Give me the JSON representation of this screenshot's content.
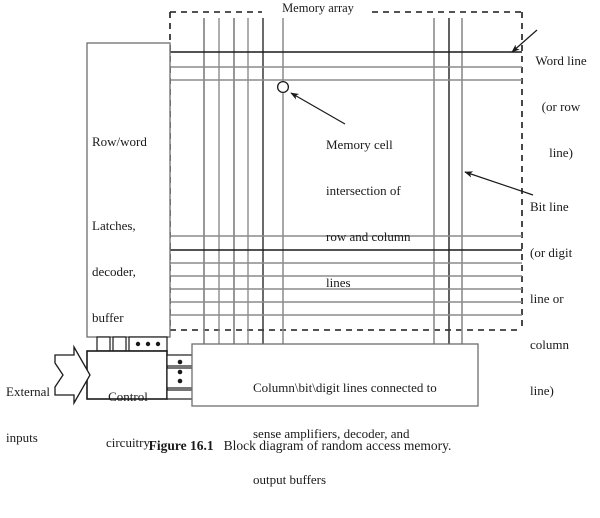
{
  "figure": {
    "caption_label": "Figure 16.1",
    "caption_text": "Block diagram of random access memory."
  },
  "diagram": {
    "title": "Block diagram of random access memory",
    "memory_array_label": "Memory array",
    "row_word_block": {
      "line1": "Row/word",
      "line2": "Latches,",
      "line3": "decoder,",
      "line4": "buffer"
    },
    "control_block": {
      "line1": "Control",
      "line2": "circuitry"
    },
    "column_block": {
      "line1": "Column\\bit\\digit lines connected to",
      "line2": "sense amplifiers, decoder, and",
      "line3": "output buffers"
    },
    "external_inputs": {
      "line1": "External",
      "line2": "inputs"
    },
    "annotations": {
      "word_line": {
        "line1": "Word line",
        "line2": "(or row",
        "line3": "line)"
      },
      "bit_line": {
        "line1": "Bit line",
        "line2": "(or digit",
        "line3": "line or",
        "line4": "column",
        "line5": "line)"
      },
      "memory_cell": {
        "line1": "Memory cell",
        "line2": "intersection of",
        "line3": "row and column",
        "line4": "lines"
      }
    },
    "ellipsis_dots": "•••",
    "colors": {
      "stroke_dark": "#1a1a1a",
      "stroke_grey": "#8c8c8c",
      "background": "#ffffff",
      "text": "#1a1a1a"
    }
  }
}
